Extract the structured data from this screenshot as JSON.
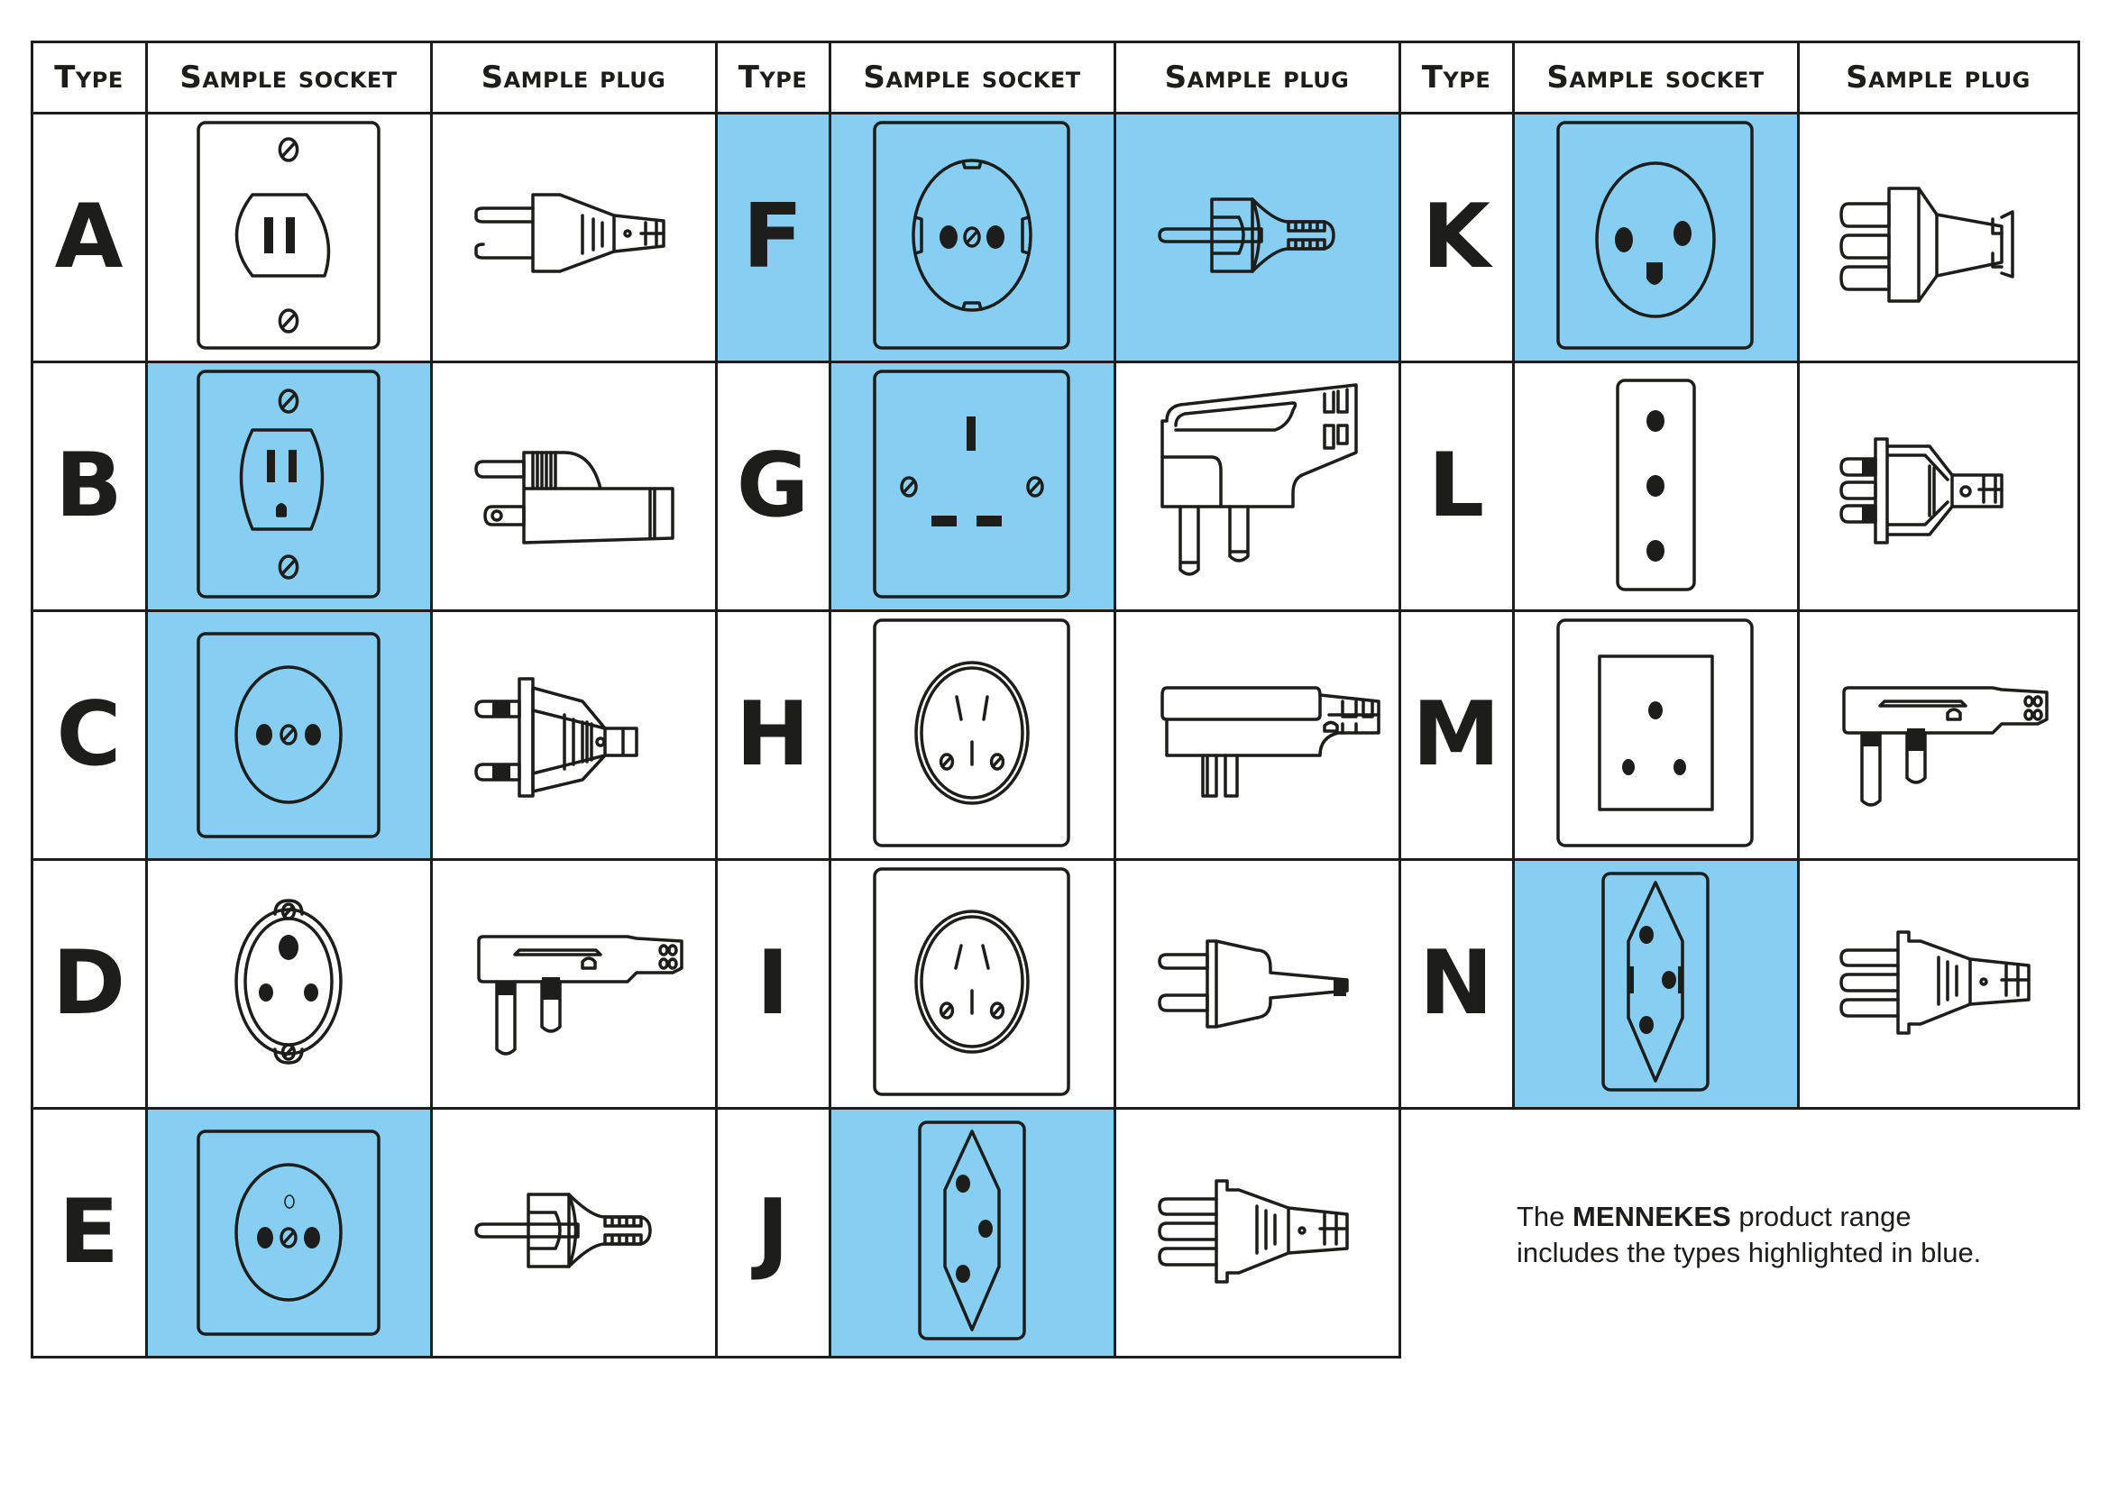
{
  "header": {
    "type_label": "Type",
    "socket_label": "Sample socket",
    "plug_label": "Sample plug"
  },
  "highlight_color": "#86cff3",
  "types": [
    {
      "letter": "A",
      "highlight": {
        "type": false,
        "socket": false,
        "plug": false
      },
      "socket_icon": "type-a-socket",
      "plug_icon": "type-a-plug"
    },
    {
      "letter": "B",
      "highlight": {
        "type": false,
        "socket": true,
        "plug": false
      },
      "socket_icon": "type-b-socket",
      "plug_icon": "type-b-plug"
    },
    {
      "letter": "C",
      "highlight": {
        "type": false,
        "socket": true,
        "plug": false
      },
      "socket_icon": "type-c-socket",
      "plug_icon": "type-c-plug"
    },
    {
      "letter": "D",
      "highlight": {
        "type": false,
        "socket": false,
        "plug": false
      },
      "socket_icon": "type-d-socket",
      "plug_icon": "type-d-plug"
    },
    {
      "letter": "E",
      "highlight": {
        "type": false,
        "socket": true,
        "plug": false
      },
      "socket_icon": "type-e-socket",
      "plug_icon": "type-e-plug"
    },
    {
      "letter": "F",
      "highlight": {
        "type": true,
        "socket": true,
        "plug": true
      },
      "socket_icon": "type-f-socket",
      "plug_icon": "type-f-plug"
    },
    {
      "letter": "G",
      "highlight": {
        "type": false,
        "socket": true,
        "plug": false
      },
      "socket_icon": "type-g-socket",
      "plug_icon": "type-g-plug"
    },
    {
      "letter": "H",
      "highlight": {
        "type": false,
        "socket": false,
        "plug": false
      },
      "socket_icon": "type-h-socket",
      "plug_icon": "type-h-plug"
    },
    {
      "letter": "I",
      "highlight": {
        "type": false,
        "socket": false,
        "plug": false
      },
      "socket_icon": "type-i-socket",
      "plug_icon": "type-i-plug"
    },
    {
      "letter": "J",
      "highlight": {
        "type": false,
        "socket": true,
        "plug": false
      },
      "socket_icon": "type-j-socket",
      "plug_icon": "type-j-plug"
    },
    {
      "letter": "K",
      "highlight": {
        "type": false,
        "socket": true,
        "plug": false
      },
      "socket_icon": "type-k-socket",
      "plug_icon": "type-k-plug"
    },
    {
      "letter": "L",
      "highlight": {
        "type": false,
        "socket": false,
        "plug": false
      },
      "socket_icon": "type-l-socket",
      "plug_icon": "type-l-plug"
    },
    {
      "letter": "M",
      "highlight": {
        "type": false,
        "socket": false,
        "plug": false
      },
      "socket_icon": "type-m-socket",
      "plug_icon": "type-m-plug"
    },
    {
      "letter": "N",
      "highlight": {
        "type": false,
        "socket": true,
        "plug": false
      },
      "socket_icon": "type-n-socket",
      "plug_icon": "type-n-plug"
    }
  ],
  "note": {
    "prefix": "The ",
    "brand": "MENNEKES",
    "line1_suffix": " product range",
    "line2": "includes the types highlighted in blue."
  }
}
